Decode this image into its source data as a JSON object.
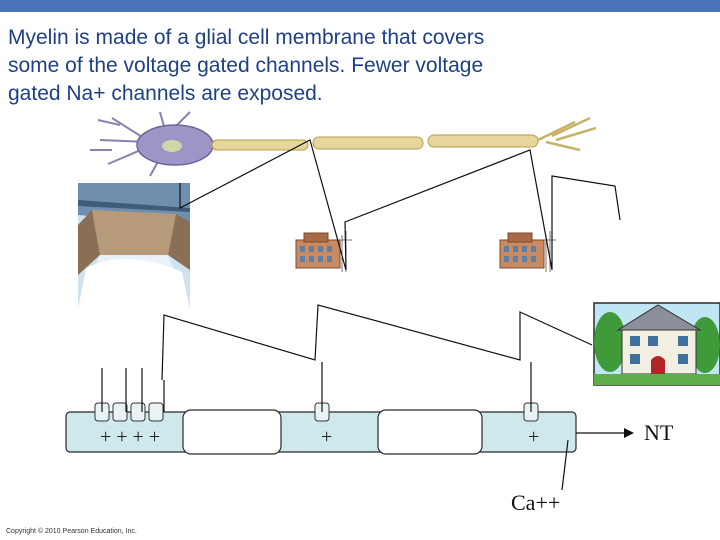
{
  "slide": {
    "title_lines": [
      "Myelin is made of a glial cell membrane that covers",
      "some of the voltage gated channels. Fewer voltage",
      "gated Na+ channels are exposed."
    ],
    "copyright": "Copyright © 2010 Pearson Education, Inc."
  },
  "diagram": {
    "node_charges": [
      "+ + + +",
      "+",
      "+"
    ],
    "nt_label": "NT",
    "calcium_label": "Ca++"
  },
  "colors": {
    "accent": "#4a72b8",
    "title": "#1f3f86",
    "axon_fill": "#cfe8ec",
    "myelin_fill": "#ffffff"
  }
}
